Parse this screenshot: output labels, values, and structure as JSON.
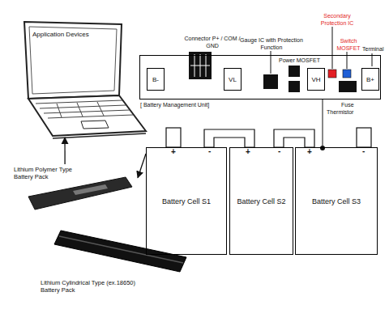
{
  "diagram": {
    "nodes": [
      {
        "text": [
          "Application Devices"
        ]
      },
      {
        "text": [
          "[ Battery Management Unit]"
        ]
      },
      {
        "text": [
          "B-"
        ],
        "in": 1
      },
      {
        "text": [
          "VL"
        ],
        "in": 1
      },
      {
        "text": [
          "VH"
        ],
        "in": 1
      },
      {
        "text": [
          "B+"
        ],
        "in": 1
      },
      {
        "text": [
          "Battery Cell S1"
        ]
      },
      {
        "text": [
          "Battery Cell S2"
        ]
      },
      {
        "text": [
          "Battery Cell S3"
        ]
      },
      {
        "text": [
          "Lithium Polymer Type Battery Pack"
        ]
      },
      {
        "text": [
          "Lithium Cylindrical Type (ex.18650) Battery Pack"
        ]
      }
    ],
    "edges": [
      {
        "from": 9,
        "to": 0,
        "arrow": "to"
      },
      {
        "from": 6,
        "to": 9,
        "arrow": "to"
      }
    ],
    "labels": [
      "Connector P+ / COM / GND",
      "Gauge IC with Protection Function",
      "Power MOSFET",
      "Secondary Protection IC",
      "Switch MOSFET",
      "Terminal",
      "Fuse",
      "Thermistor",
      "+",
      "-",
      "+",
      "-",
      "+",
      "-"
    ]
  }
}
